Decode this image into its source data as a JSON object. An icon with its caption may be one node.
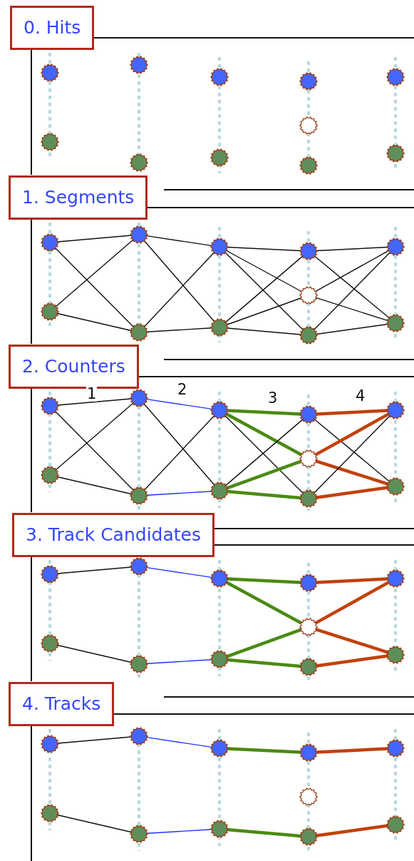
{
  "diagram": {
    "nodes": [
      {
        "text": [
          "0. Hits"
        ]
      },
      {
        "text": [],
        "shape": "circle",
        "in": 0
      },
      {
        "text": [],
        "shape": "circle",
        "in": 0
      },
      {
        "text": [],
        "shape": "circle",
        "in": 0
      },
      {
        "text": [],
        "shape": "circle",
        "in": 0
      },
      {
        "text": [],
        "shape": "circle",
        "in": 0
      },
      {
        "text": [],
        "shape": "circle",
        "in": 0
      },
      {
        "text": [],
        "shape": "circle",
        "in": 0
      },
      {
        "text": [],
        "shape": "circle",
        "in": 0
      },
      {
        "text": [],
        "shape": "circle",
        "in": 0
      },
      {
        "text": [],
        "shape": "circle",
        "in": 0
      },
      {
        "text": [],
        "shape": "circle",
        "in": 0
      },
      {
        "text": [
          "1. Segments"
        ]
      },
      {
        "text": [],
        "shape": "circle",
        "in": 12
      },
      {
        "text": [],
        "shape": "circle",
        "in": 12
      },
      {
        "text": [],
        "shape": "circle",
        "in": 12
      },
      {
        "text": [],
        "shape": "circle",
        "in": 12
      },
      {
        "text": [],
        "shape": "circle",
        "in": 12
      },
      {
        "text": [],
        "shape": "circle",
        "in": 12
      },
      {
        "text": [],
        "shape": "circle",
        "in": 12
      },
      {
        "text": [],
        "shape": "circle",
        "in": 12
      },
      {
        "text": [],
        "shape": "circle",
        "in": 12
      },
      {
        "text": [],
        "shape": "circle",
        "in": 12
      },
      {
        "text": [],
        "shape": "circle",
        "in": 12
      },
      {
        "text": [
          "2. Counters"
        ]
      },
      {
        "text": [],
        "shape": "circle",
        "in": 24
      },
      {
        "text": [],
        "shape": "circle",
        "in": 24
      },
      {
        "text": [],
        "shape": "circle",
        "in": 24
      },
      {
        "text": [],
        "shape": "circle",
        "in": 24
      },
      {
        "text": [],
        "shape": "circle",
        "in": 24
      },
      {
        "text": [],
        "shape": "circle",
        "in": 24
      },
      {
        "text": [],
        "shape": "circle",
        "in": 24
      },
      {
        "text": [],
        "shape": "circle",
        "in": 24
      },
      {
        "text": [],
        "shape": "circle",
        "in": 24
      },
      {
        "text": [],
        "shape": "circle",
        "in": 24
      },
      {
        "text": [],
        "shape": "circle",
        "in": 24
      },
      {
        "text": [
          "3. Track Candidates"
        ]
      },
      {
        "text": [],
        "shape": "circle",
        "in": 36
      },
      {
        "text": [],
        "shape": "circle",
        "in": 36
      },
      {
        "text": [],
        "shape": "circle",
        "in": 36
      },
      {
        "text": [],
        "shape": "circle",
        "in": 36
      },
      {
        "text": [],
        "shape": "circle",
        "in": 36
      },
      {
        "text": [],
        "shape": "circle",
        "in": 36
      },
      {
        "text": [],
        "shape": "circle",
        "in": 36
      },
      {
        "text": [],
        "shape": "circle",
        "in": 36
      },
      {
        "text": [],
        "shape": "circle",
        "in": 36
      },
      {
        "text": [],
        "shape": "circle",
        "in": 36
      },
      {
        "text": [],
        "shape": "circle",
        "in": 36
      },
      {
        "text": [
          "4. Tracks"
        ]
      },
      {
        "text": [],
        "shape": "circle",
        "in": 48
      },
      {
        "text": [],
        "shape": "circle",
        "in": 48
      },
      {
        "text": [],
        "shape": "circle",
        "in": 48
      },
      {
        "text": [],
        "shape": "circle",
        "in": 48
      },
      {
        "text": [],
        "shape": "circle",
        "in": 48
      },
      {
        "text": [],
        "shape": "circle",
        "in": 48
      },
      {
        "text": [],
        "shape": "circle",
        "in": 48
      },
      {
        "text": [],
        "shape": "circle",
        "in": 48
      },
      {
        "text": [],
        "shape": "circle",
        "in": 48
      },
      {
        "text": [],
        "shape": "circle",
        "in": 48
      },
      {
        "text": [],
        "shape": "circle",
        "in": 48
      }
    ],
    "edges": [
      {
        "from": 13,
        "to": 15,
        "arrow": "none"
      },
      {
        "from": 13,
        "to": 16,
        "arrow": "none"
      },
      {
        "from": 14,
        "to": 15,
        "arrow": "none"
      },
      {
        "from": 14,
        "to": 16,
        "arrow": "none"
      },
      {
        "from": 15,
        "to": 17,
        "arrow": "none"
      },
      {
        "from": 15,
        "to": 18,
        "arrow": "none"
      },
      {
        "from": 16,
        "to": 17,
        "arrow": "none"
      },
      {
        "from": 16,
        "to": 18,
        "arrow": "none"
      },
      {
        "from": 17,
        "to": 19,
        "arrow": "none"
      },
      {
        "from": 17,
        "to": 20,
        "arrow": "none"
      },
      {
        "from": 17,
        "to": 21,
        "arrow": "none"
      },
      {
        "from": 18,
        "to": 19,
        "arrow": "none"
      },
      {
        "from": 18,
        "to": 20,
        "arrow": "none"
      },
      {
        "from": 18,
        "to": 21,
        "arrow": "none"
      },
      {
        "from": 19,
        "to": 22,
        "arrow": "none"
      },
      {
        "from": 19,
        "to": 23,
        "arrow": "none"
      },
      {
        "from": 20,
        "to": 22,
        "arrow": "none"
      },
      {
        "from": 20,
        "to": 23,
        "arrow": "none"
      },
      {
        "from": 21,
        "to": 22,
        "arrow": "none"
      },
      {
        "from": 21,
        "to": 23,
        "arrow": "none"
      },
      {
        "from": 25,
        "to": 27,
        "arrow": "none"
      },
      {
        "from": 25,
        "to": 28,
        "arrow": "none"
      },
      {
        "from": 26,
        "to": 27,
        "arrow": "none"
      },
      {
        "from": 26,
        "to": 28,
        "arrow": "none"
      },
      {
        "from": 27,
        "to": 29,
        "arrow": "none",
        "color": "#2233ff"
      },
      {
        "from": 27,
        "to": 30,
        "arrow": "none"
      },
      {
        "from": 28,
        "to": 29,
        "arrow": "none"
      },
      {
        "from": 28,
        "to": 30,
        "arrow": "none",
        "color": "#2233ff"
      },
      {
        "from": 29,
        "to": 31,
        "arrow": "none",
        "style": "thick",
        "color": "#4a8a12"
      },
      {
        "from": 29,
        "to": 32,
        "arrow": "none",
        "style": "thick",
        "color": "#4a8a12"
      },
      {
        "from": 29,
        "to": 33,
        "arrow": "none"
      },
      {
        "from": 30,
        "to": 31,
        "arrow": "none"
      },
      {
        "from": 30,
        "to": 32,
        "arrow": "none",
        "style": "thick",
        "color": "#4a8a12"
      },
      {
        "from": 30,
        "to": 33,
        "arrow": "none",
        "style": "thick",
        "color": "#4a8a12"
      },
      {
        "from": 31,
        "to": 34,
        "arrow": "none",
        "style": "thick",
        "color": "#c2410c"
      },
      {
        "from": 31,
        "to": 35,
        "arrow": "none"
      },
      {
        "from": 32,
        "to": 34,
        "arrow": "none",
        "style": "thick",
        "color": "#c2410c"
      },
      {
        "from": 32,
        "to": 35,
        "arrow": "none",
        "style": "thick",
        "color": "#c2410c"
      },
      {
        "from": 33,
        "to": 34,
        "arrow": "none"
      },
      {
        "from": 33,
        "to": 35,
        "arrow": "none",
        "style": "thick",
        "color": "#c2410c"
      },
      {
        "from": 37,
        "to": 39,
        "arrow": "none"
      },
      {
        "from": 38,
        "to": 40,
        "arrow": "none"
      },
      {
        "from": 39,
        "to": 41,
        "arrow": "none",
        "color": "#2233ff"
      },
      {
        "from": 40,
        "to": 42,
        "arrow": "none",
        "color": "#2233ff"
      },
      {
        "from": 41,
        "to": 43,
        "arrow": "none",
        "style": "thick",
        "color": "#4a8a12"
      },
      {
        "from": 41,
        "to": 44,
        "arrow": "none",
        "style": "thick",
        "color": "#4a8a12"
      },
      {
        "from": 42,
        "to": 44,
        "arrow": "none",
        "style": "thick",
        "color": "#4a8a12"
      },
      {
        "from": 42,
        "to": 45,
        "arrow": "none",
        "style": "thick",
        "color": "#4a8a12"
      },
      {
        "from": 43,
        "to": 46,
        "arrow": "none",
        "style": "thick",
        "color": "#c2410c"
      },
      {
        "from": 44,
        "to": 46,
        "arrow": "none",
        "style": "thick",
        "color": "#c2410c"
      },
      {
        "from": 44,
        "to": 47,
        "arrow": "none",
        "style": "thick",
        "color": "#c2410c"
      },
      {
        "from": 45,
        "to": 47,
        "arrow": "none",
        "style": "thick",
        "color": "#c2410c"
      },
      {
        "from": 49,
        "to": 51,
        "arrow": "none"
      },
      {
        "from": 50,
        "to": 52,
        "arrow": "none"
      },
      {
        "from": 51,
        "to": 53,
        "arrow": "none",
        "color": "#2233ff"
      },
      {
        "from": 52,
        "to": 54,
        "arrow": "none",
        "color": "#2233ff"
      },
      {
        "from": 53,
        "to": 55,
        "arrow": "none",
        "style": "thick",
        "color": "#4a8a12"
      },
      {
        "from": 54,
        "to": 57,
        "arrow": "none",
        "style": "thick",
        "color": "#4a8a12"
      },
      {
        "from": 55,
        "to": 58,
        "arrow": "none",
        "style": "thick",
        "color": "#c2410c"
      },
      {
        "from": 57,
        "to": 59,
        "arrow": "none",
        "style": "thick",
        "color": "#c2410c"
      }
    ],
    "labels": [
      "1",
      "2",
      "3",
      "4"
    ]
  }
}
